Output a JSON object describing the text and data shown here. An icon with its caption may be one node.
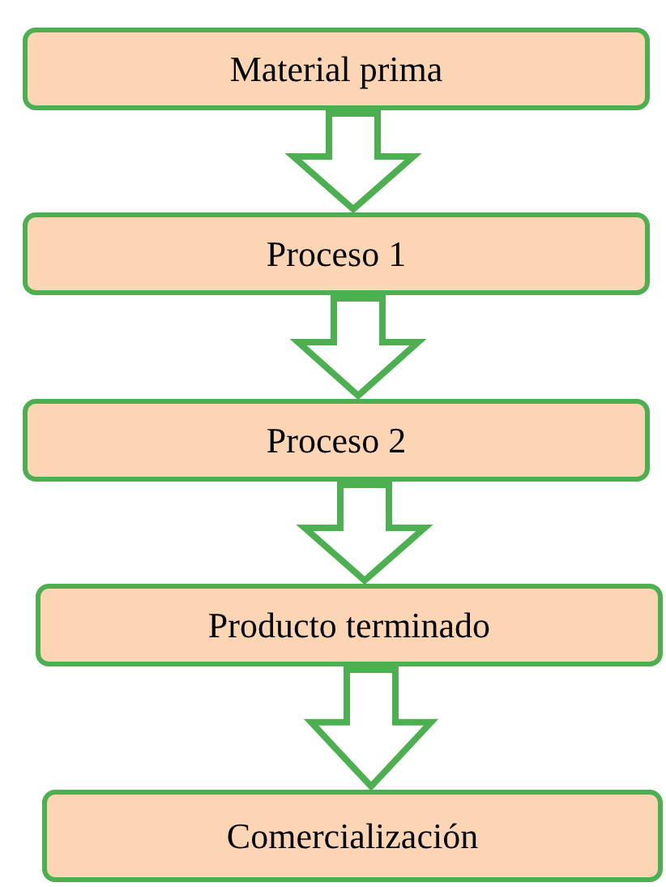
{
  "diagram": {
    "nodes": [
      {
        "text": [
          "Material prima"
        ]
      },
      {
        "text": [
          "Proceso 1"
        ]
      },
      {
        "text": [
          "Proceso 2"
        ]
      },
      {
        "text": [
          "Producto terminado"
        ]
      },
      {
        "text": [
          "Comercialización"
        ]
      }
    ],
    "edges": [
      {
        "from": 0,
        "to": 1,
        "arrow": "to"
      },
      {
        "from": 1,
        "to": 2,
        "arrow": "to"
      },
      {
        "from": 2,
        "to": 3,
        "arrow": "to"
      },
      {
        "from": 3,
        "to": 4,
        "arrow": "to"
      }
    ]
  }
}
